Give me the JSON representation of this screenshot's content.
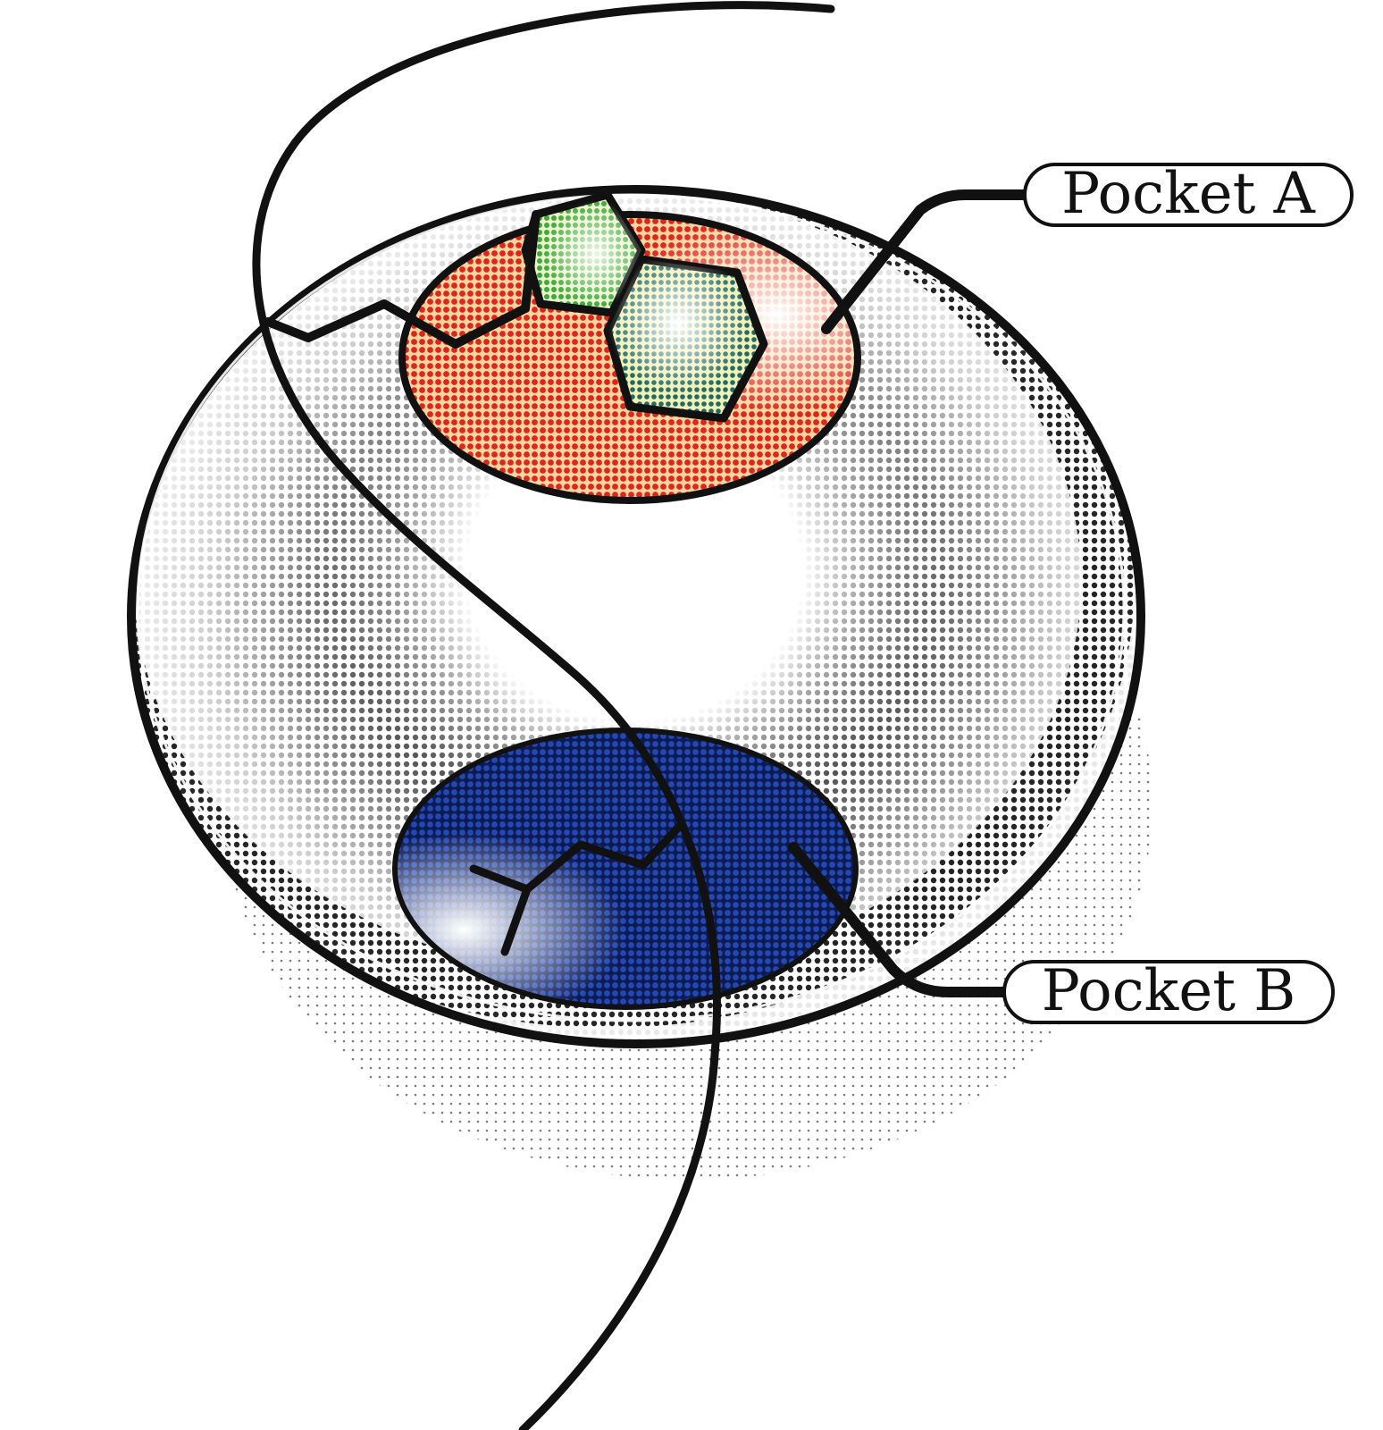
{
  "labels": {
    "pocket_a": "Pocket A",
    "pocket_b": "Pocket B"
  },
  "colors": {
    "ink": "#111111",
    "pocket_a_fill": "#e0261c",
    "pocket_a_ring_green": "#4cb648",
    "pocket_a_ring_teal": "#2f7d78",
    "pocket_b_fill": "#1f3d9a",
    "background": "#ffffff"
  },
  "icons": {
    "protein_body": "halftone-sphere",
    "ligand_chain": "curved-strand"
  }
}
